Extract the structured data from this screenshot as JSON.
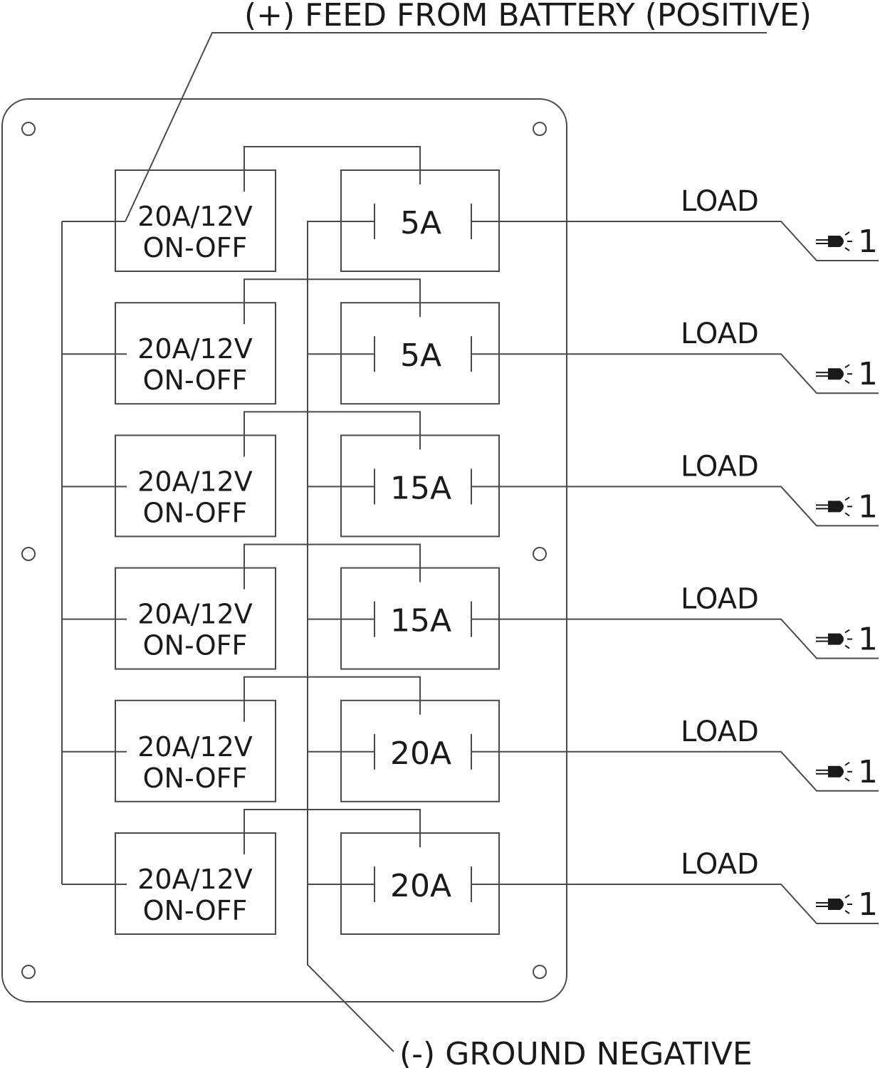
{
  "feed_label": "(+) FEED FROM BATTERY (POSITIVE)",
  "ground_label": "(-) GROUND NEGATIVE",
  "circuits": [
    {
      "switch_rating": "20A/12V",
      "switch_mode": "ON-OFF",
      "fuse": "5A",
      "load_label": "LOAD",
      "load_count": "1"
    },
    {
      "switch_rating": "20A/12V",
      "switch_mode": "ON-OFF",
      "fuse": "5A",
      "load_label": "LOAD",
      "load_count": "1"
    },
    {
      "switch_rating": "20A/12V",
      "switch_mode": "ON-OFF",
      "fuse": "15A",
      "load_label": "LOAD",
      "load_count": "1"
    },
    {
      "switch_rating": "20A/12V",
      "switch_mode": "ON-OFF",
      "fuse": "15A",
      "load_label": "LOAD",
      "load_count": "1"
    },
    {
      "switch_rating": "20A/12V",
      "switch_mode": "ON-OFF",
      "fuse": "20A",
      "load_label": "LOAD",
      "load_count": "1"
    },
    {
      "switch_rating": "20A/12V",
      "switch_mode": "ON-OFF",
      "fuse": "20A",
      "load_label": "LOAD",
      "load_count": "1"
    }
  ],
  "icons": {
    "load": "bulb-icon",
    "mount": "mounting-hole-icon"
  }
}
